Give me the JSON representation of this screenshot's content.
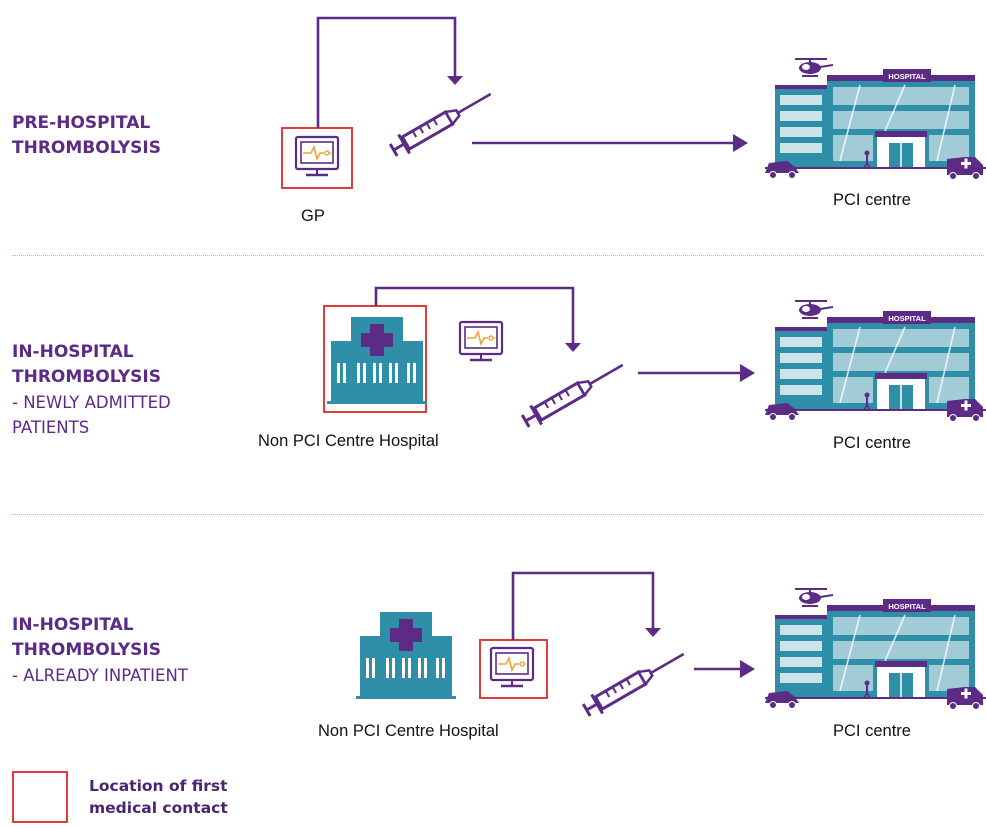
{
  "rows": [
    {
      "heading_line1": "PRE-HOSPITAL",
      "heading_line2": "THROMBOLYSIS",
      "subheading_line1": "",
      "subheading_line2": "",
      "first_contact_label": "GP",
      "destination_label": "PCI centre"
    },
    {
      "heading_line1": "IN-HOSPITAL",
      "heading_line2": "THROMBOLYSIS",
      "subheading_line1": "- NEWLY ADMITTED",
      "subheading_line2": "PATIENTS",
      "first_contact_label": "Non PCI Centre Hospital",
      "destination_label": "PCI centre"
    },
    {
      "heading_line1": "IN-HOSPITAL",
      "heading_line2": "THROMBOLYSIS",
      "subheading_line1": "- ALREADY INPATIENT",
      "subheading_line2": "",
      "first_contact_label": "Non PCI Centre Hospital",
      "destination_label": "PCI centre"
    }
  ],
  "hospital_sign": "HOSPITAL",
  "legend": {
    "line1": "Location of first",
    "line2": "medical contact"
  },
  "colors": {
    "purple": "#5b2b86",
    "teal": "#2f8fa8",
    "red": "#e03c3c",
    "orange": "#f0a33a",
    "divider": "#f0b343"
  },
  "icons": [
    "ecg-monitor-icon",
    "syringe-icon",
    "hospital-icon",
    "pci-centre-icon",
    "arrow-icon"
  ]
}
